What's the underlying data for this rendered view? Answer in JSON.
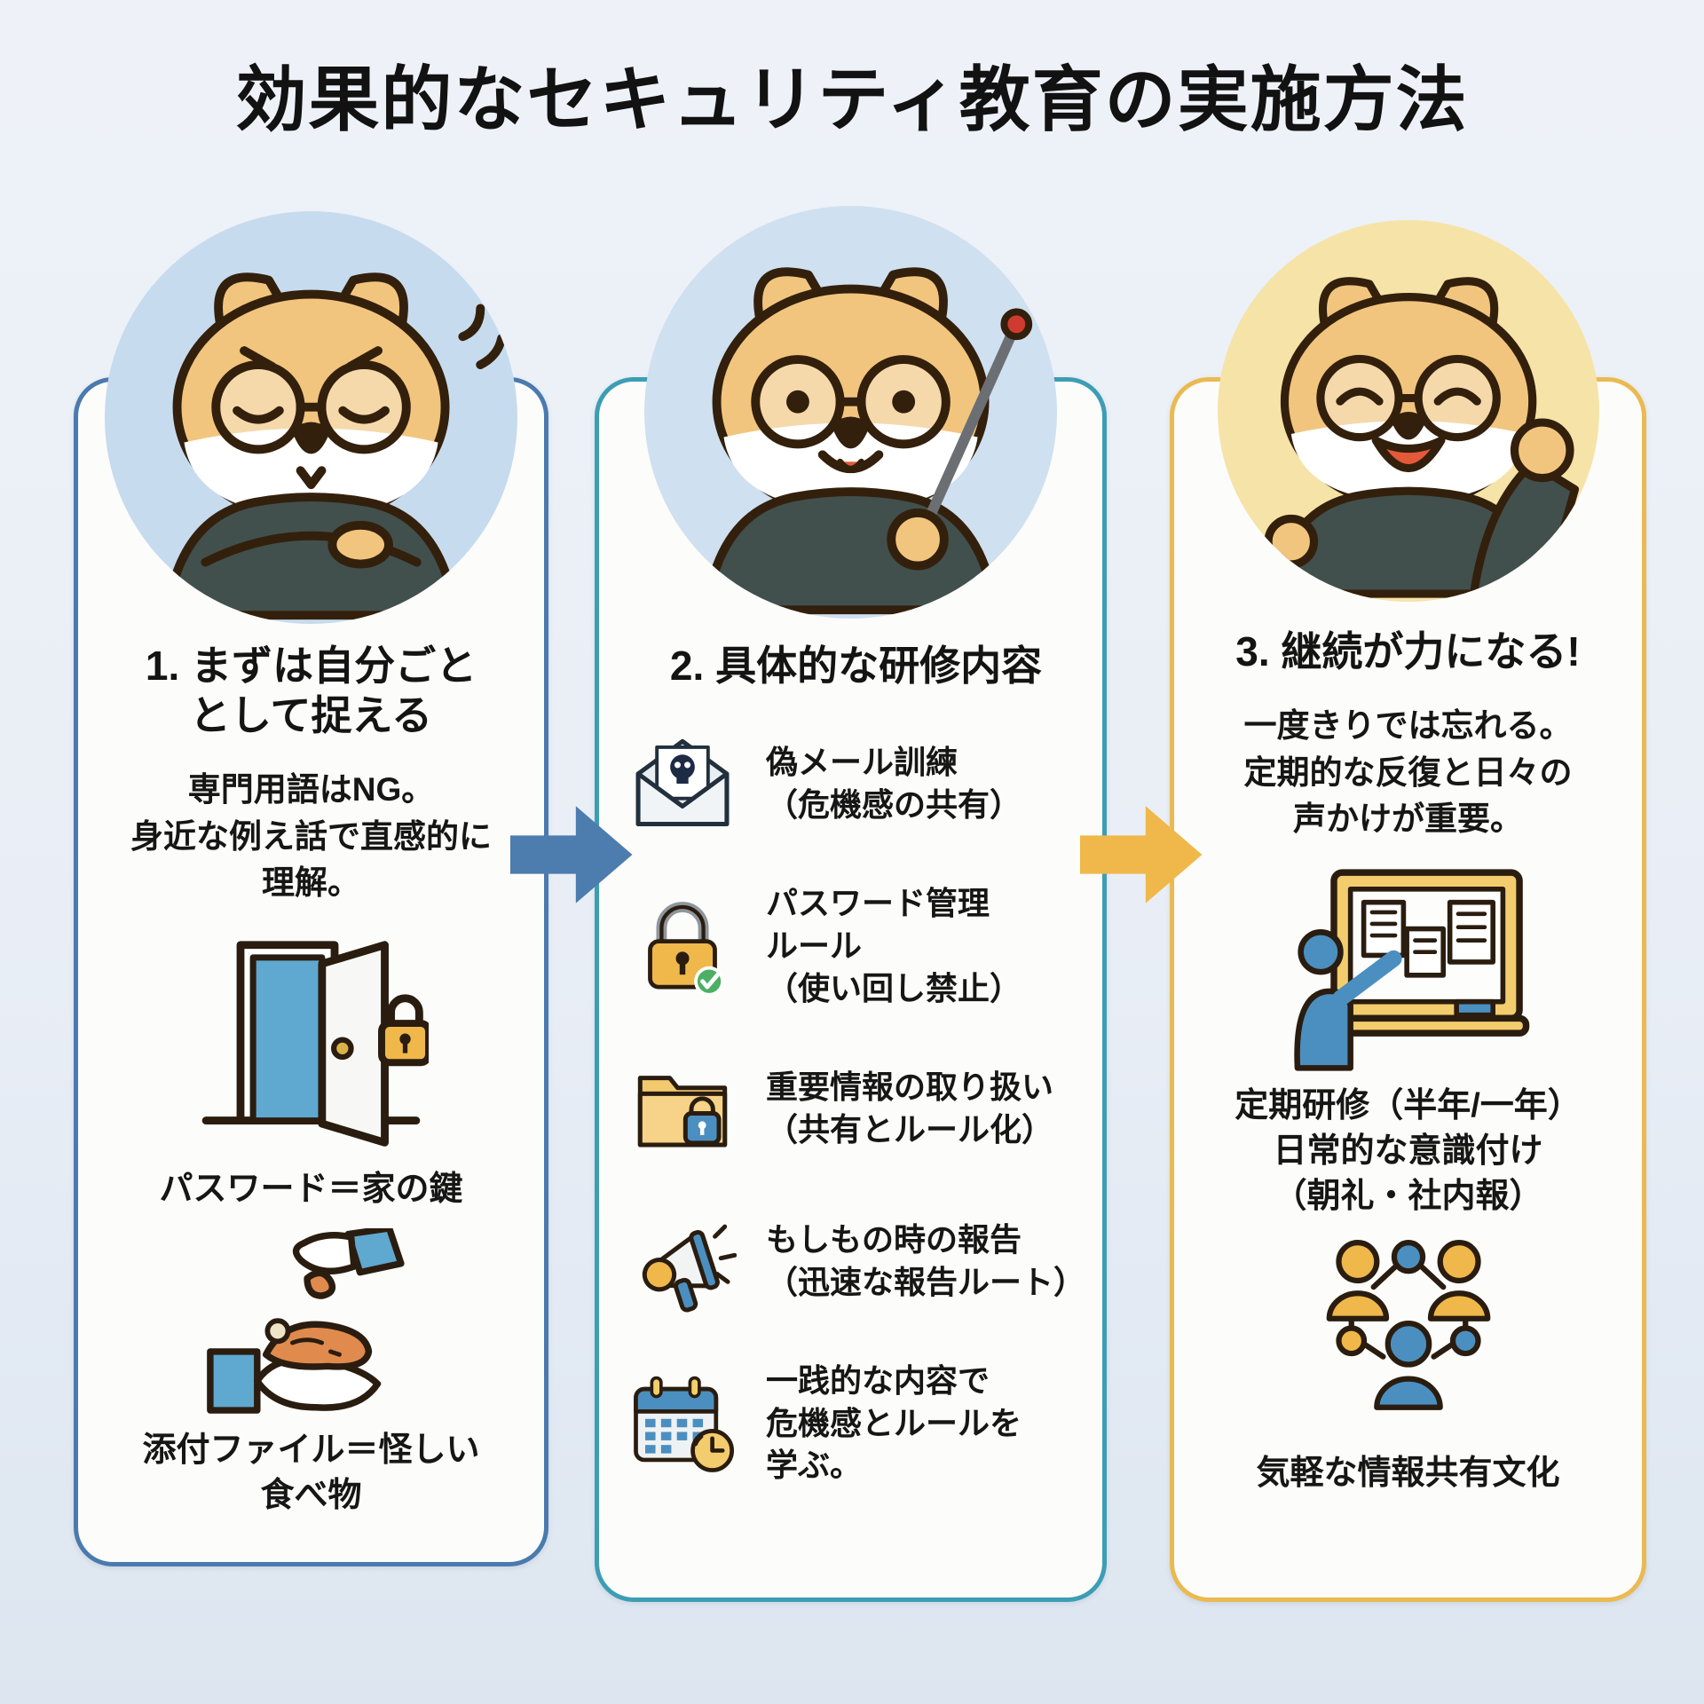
{
  "title": "効果的なセキュリティ教育の実施方法",
  "columns": [
    {
      "heading": "1. まずは自分ごと\nとして捉える",
      "intro": "専門用語はNG。\n身近な例え話で直感的に\n理解。",
      "avatar": "shiba-stern-arms-crossed",
      "examples": [
        {
          "icon": "door-lock-icon",
          "caption": "パスワード＝家の鍵"
        },
        {
          "icon": "hand-food-icon",
          "caption": "添付ファイル＝怪しい\n食べ物"
        }
      ]
    },
    {
      "heading": "2. 具体的な研修内容",
      "avatar": "shiba-teacher-pointer",
      "items": [
        {
          "icon": "phishing-mail-icon",
          "text": "偽メール訓練\n（危機感の共有）"
        },
        {
          "icon": "password-lock-icon",
          "text": "パスワード管理\nルール\n（使い回し禁止）"
        },
        {
          "icon": "secure-folder-icon",
          "text": "重要情報の取り扱い\n（共有とルール化）"
        },
        {
          "icon": "megaphone-icon",
          "text": "もしもの時の報告\n（迅速な報告ルート）"
        },
        {
          "icon": "calendar-clock-icon",
          "text": "一践的な内容で\n危機感とルールを\n学ぶ。"
        }
      ]
    },
    {
      "heading": "3. 継続が力になる!",
      "intro": "一度きりでは忘れる。\n定期的な反復と日々の\n声かけが重要。",
      "avatar": "shiba-cheering",
      "examples": [
        {
          "icon": "bulletin-board-icon",
          "caption": "定期研修（半年/一年）\n日常的な意識付け\n（朝礼・社内報）"
        },
        {
          "icon": "people-network-icon",
          "caption": "気軽な情報共有文化"
        }
      ]
    }
  ],
  "colors": {
    "col1_border": "#4a7aae",
    "col2_border": "#3d9db5",
    "col3_border": "#eaba50",
    "arrow_blue": "#4d7cae",
    "arrow_yellow": "#f0b84a"
  }
}
